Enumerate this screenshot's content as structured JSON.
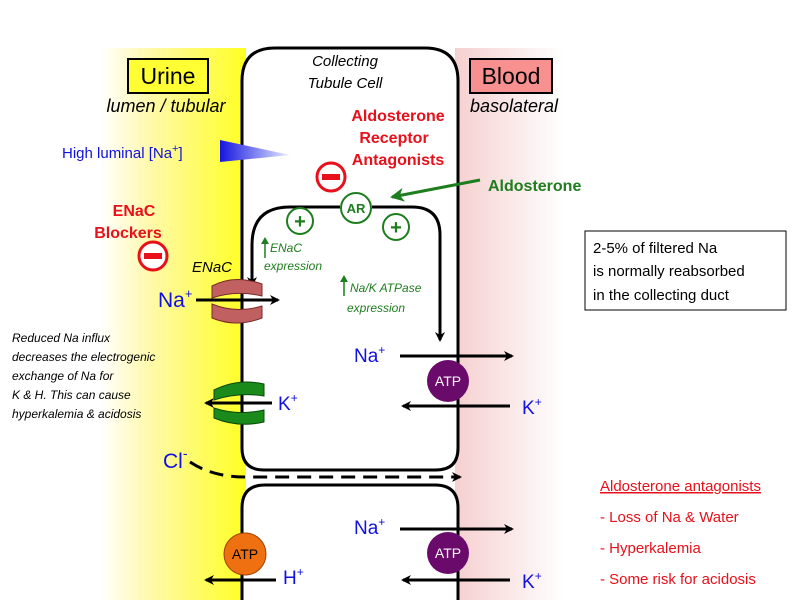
{
  "labels": {
    "urine": "Urine",
    "urine_sub": "lumen / tubular",
    "blood": "Blood",
    "blood_sub": "basolateral",
    "cell_line1": "Collecting",
    "cell_line2": "Tubule Cell",
    "ara_line1": "Aldosterone",
    "ara_line2": "Receptor",
    "ara_line3": "Antagonists",
    "aldosterone": "Aldosterone",
    "high_luminal_na": "High luminal [Na",
    "high_luminal_sup": "+",
    "high_luminal_end": "]",
    "enac_blockers_1": "ENaC",
    "enac_blockers_2": "Blockers",
    "enac": "ENaC",
    "ar": "AR",
    "plus": "+",
    "enac_expr_1": "ENaC",
    "enac_expr_2": "expression",
    "nak_expr_1": "Na/K ATPase",
    "nak_expr_2": "expression",
    "na": "Na",
    "k": "K",
    "h": "H",
    "cl": "Cl",
    "plus_sup": "+",
    "minus_sup": "-",
    "atp": "ATP",
    "reduced_1": "Reduced Na influx",
    "reduced_2": "decreases the electrogenic",
    "reduced_3": "exchange of Na for",
    "reduced_4": "K & H. This can cause",
    "reduced_5": "hyperkalemia & acidosis",
    "info_1": "2-5% of filtered Na",
    "info_2": "is normally reabsorbed",
    "info_3": "in the collecting duct",
    "antag_title": "Aldosterone antagonists",
    "antag_1": "- Loss of Na & Water",
    "antag_2": "- Hyperkalemia",
    "antag_3": "- Some risk for acidosis"
  },
  "colors": {
    "urine_yellow": "#ffff33",
    "blood_pink": "#f8d8d8",
    "red": "#e8101a",
    "green": "#1e7d1e",
    "blue": "#1010e0",
    "purple": "#6a0a6a",
    "orange": "#ee7010",
    "enac_channel": "#c06060",
    "k_channel": "#1a8a1a"
  }
}
